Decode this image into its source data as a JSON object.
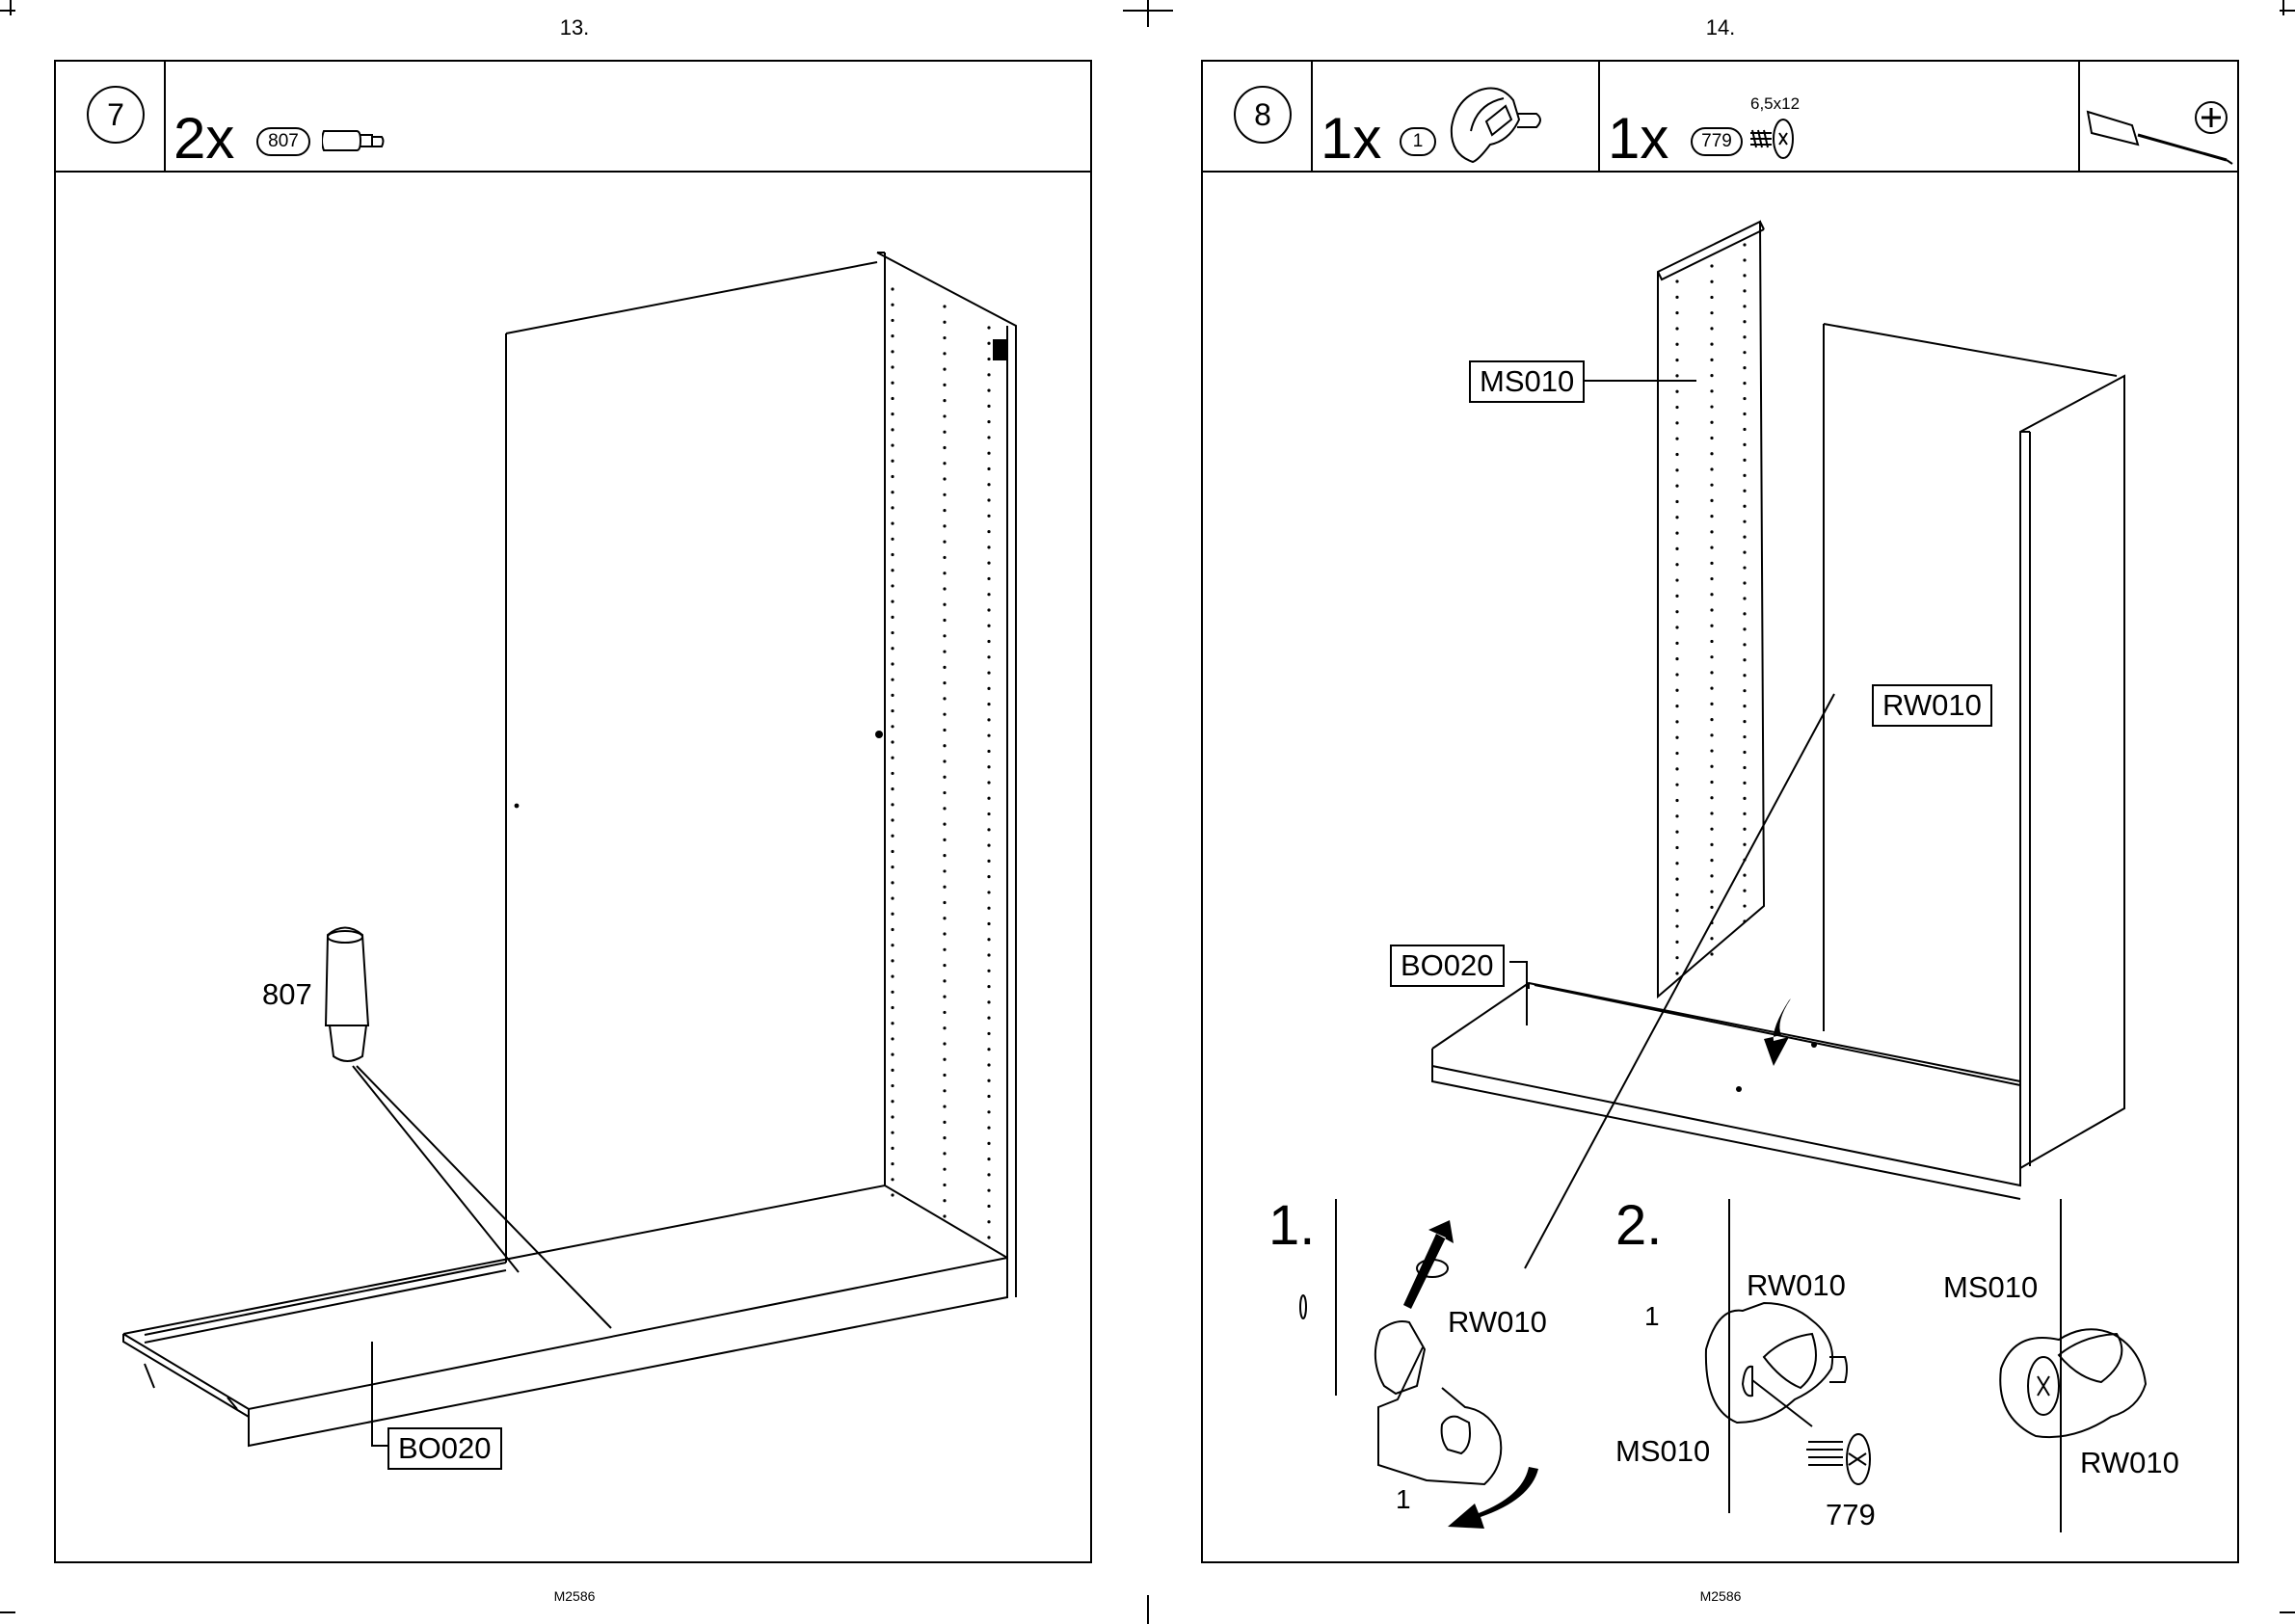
{
  "pages": [
    {
      "number": "13.",
      "footer": "M2586"
    },
    {
      "number": "14.",
      "footer": "M2586"
    }
  ],
  "step7": {
    "step_number": "7",
    "quantity": "2x",
    "part_id": "807",
    "part_icon": "dowel-icon",
    "callout_part": "807",
    "callout_panel": "BO020"
  },
  "step8": {
    "step_number": "8",
    "parts": [
      {
        "quantity": "1x",
        "part_id": "1",
        "icon": "connector-clip-icon"
      },
      {
        "quantity": "1x",
        "part_id": "779",
        "icon": "screw-icon",
        "size": "6,5x12"
      }
    ],
    "tool_icon": "phillips-screwdriver-icon",
    "labels": {
      "side_panel": "MS010",
      "back_panel": "RW010",
      "bottom_panel": "BO020"
    },
    "detail1": {
      "index": "1.",
      "panel_label": "RW010",
      "part_label": "1"
    },
    "detail2": {
      "index": "2.",
      "back_label": "RW010",
      "side_label": "MS010",
      "part_label": "1",
      "screw_label": "779",
      "final_side_label": "MS010",
      "final_back_label": "RW010"
    }
  }
}
